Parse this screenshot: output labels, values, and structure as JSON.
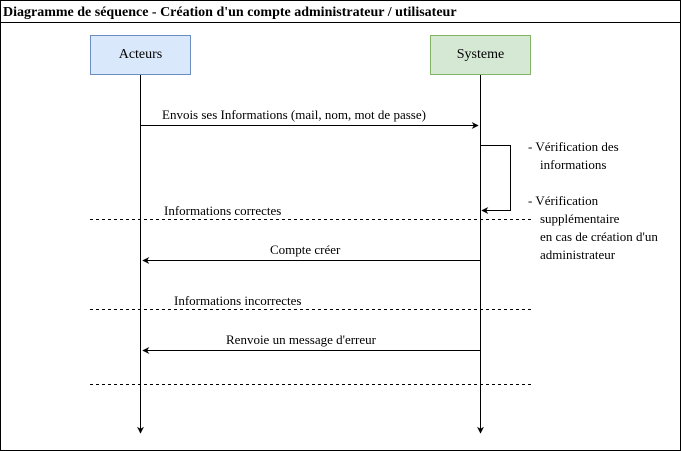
{
  "title": "Diagramme de séquence - Création d'un compte administrateur / utilisateur",
  "participants": {
    "actor": {
      "label": "Acteurs",
      "fill": "#dae8fc",
      "stroke": "#6c8ebf"
    },
    "system": {
      "label": "Systeme",
      "fill": "#d5e8d4",
      "stroke": "#82b366"
    }
  },
  "messages": {
    "send_info": "Envois ses Informations (mail, nom, mot de passe)",
    "account_created": "Compte créer",
    "error_message": "Renvoie un message d'erreur"
  },
  "separators": {
    "correct": "Informations correctes",
    "incorrect": "Informations incorrectes"
  },
  "notes": {
    "verification": [
      "- Vérification des",
      "informations"
    ],
    "extra_verification": [
      "- Vérification",
      "supplémentaire",
      "en cas de création d'un",
      "administrateur"
    ]
  }
}
